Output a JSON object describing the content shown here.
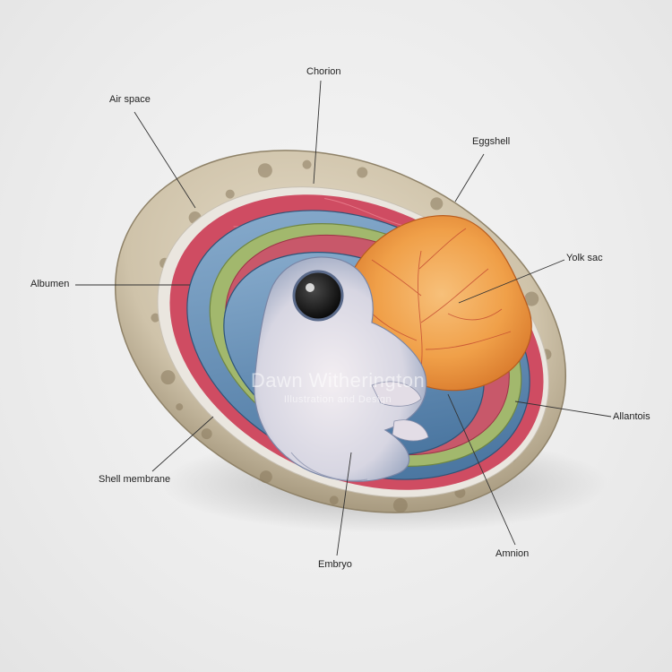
{
  "labels": {
    "chorion": "Chorion",
    "air_space": "Air space",
    "eggshell": "Eggshell",
    "yolk_sac": "Yolk sac",
    "albumen": "Albumen",
    "allantois": "Allantois",
    "shell_membrane": "Shell membrane",
    "amnion": "Amnion",
    "embryo": "Embryo"
  },
  "watermark": {
    "name": "Dawn Witherington",
    "subtitle": "Illustration and Design"
  },
  "colors": {
    "shell": "#d8cdb8",
    "shell_speckle": "#8a7a5e",
    "chorion": "#d9566b",
    "albumen": "#5a86b0",
    "allantois": "#9db56a",
    "yolk": "#f2a44a",
    "embryo": "#d9dbe6"
  }
}
